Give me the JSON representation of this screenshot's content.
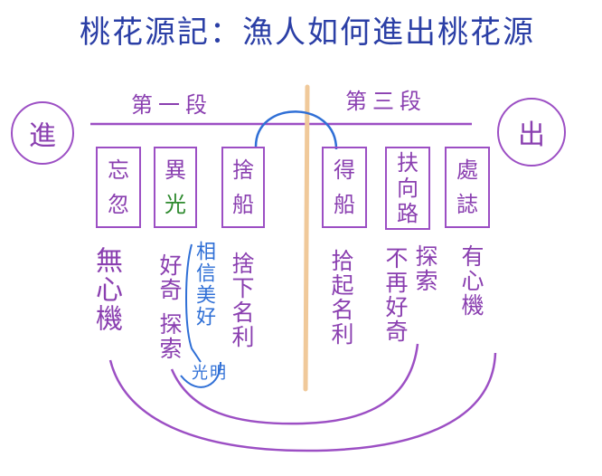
{
  "title": "桃花源記：漁人如何進出桃花源",
  "sections": {
    "first": "第一段",
    "third": "第三段"
  },
  "enter_label": "進",
  "exit_label": "出",
  "boxes": [
    {
      "line1": "忘",
      "line2": "忽"
    },
    {
      "line1": "異",
      "line2": "光"
    },
    {
      "line1": "捨",
      "line2": "船"
    },
    {
      "line1": "得",
      "line2": "船"
    },
    {
      "line1": "扶",
      "line2": "向",
      "line3": "路"
    },
    {
      "line1": "處",
      "line2": "誌"
    }
  ],
  "notes": {
    "wuxinji": "無心機",
    "haoqi": "好奇",
    "tansuo1": "探索",
    "xiangxin": "相信美好",
    "guangming": "光明",
    "shemingli": "捨下名利",
    "qimingli": "拾起名利",
    "buzai": "不再好奇",
    "tansuo2": "探索",
    "youxinji": "有心機"
  },
  "colors": {
    "purple": "#9c4fc4",
    "blue": "#2f6fd6",
    "green": "#2e8a2e",
    "title": "#2b3fa6",
    "divider": "#f0c99a"
  }
}
